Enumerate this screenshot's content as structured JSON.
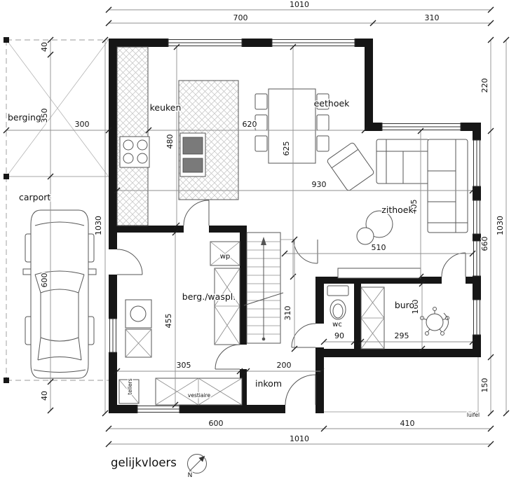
{
  "plan": {
    "title": "gelijkvloers",
    "compass_north": "N"
  },
  "colors": {
    "wall": "#161616",
    "furniture_line": "#555555",
    "dimension_line": "#8f8f8f",
    "text": "#111111",
    "background": "#ffffff"
  },
  "rooms": {
    "berging": "berging",
    "carport": "carport",
    "keuken": "keuken",
    "eethoek": "eethoek",
    "zithoek": "zithoek",
    "wp": "wp",
    "berg_waspl": "berg./waspl.",
    "wc": "wc",
    "buro": "buro",
    "inkom": "inkom",
    "vestiaire": "vestiaire",
    "tellers": "tellers",
    "luifel": "luifel"
  },
  "dims": {
    "top_total": "1010",
    "top_700": "700",
    "top_310": "310",
    "left_40_top": "40",
    "left_350": "350",
    "berging_300": "300",
    "left_1030": "1030",
    "carport_600": "600",
    "left_40_bottom": "40",
    "right_220": "220",
    "right_660": "660",
    "right_150": "150",
    "right_1030": "1030",
    "bottom_600": "600",
    "bottom_410": "410",
    "bottom_total": "1010",
    "d620": "620",
    "d480": "480",
    "d625": "625",
    "d930": "930",
    "d405": "405",
    "d510": "510",
    "d455": "455",
    "d310": "310",
    "d90": "90",
    "d295": "295",
    "d160": "160",
    "d305": "305",
    "d200": "200"
  }
}
